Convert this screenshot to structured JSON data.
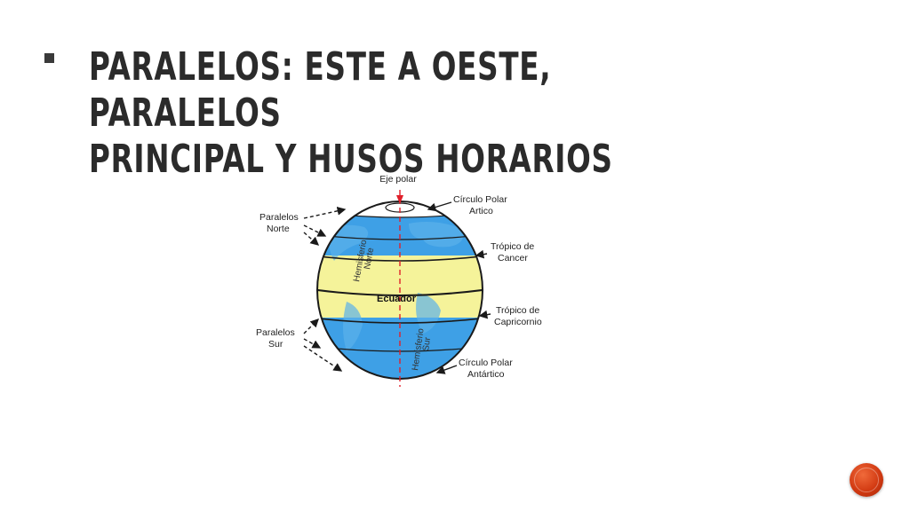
{
  "slide": {
    "title_line1": "Paralelos: Este a oeste, paralelos",
    "title_line2": "principal y husos horarios"
  },
  "diagram": {
    "labels": {
      "eje_polar": "Eje polar",
      "paralelos_norte_1": "Paralelos",
      "paralelos_norte_2": "Norte",
      "paralelos_sur_1": "Paralelos",
      "paralelos_sur_2": "Sur",
      "circulo_polar_artico_1": "Círculo Polar",
      "circulo_polar_artico_2": "Artico",
      "tropico_cancer_1": "Trópico de",
      "tropico_cancer_2": "Cancer",
      "ecuador": "Ecuador",
      "tropico_capricornio_1": "Trópico de",
      "tropico_capricornio_2": "Capricornio",
      "circulo_polar_antartico_1": "Círculo Polar",
      "circulo_polar_antartico_2": "Antártico",
      "hemisferio_norte_1": "Hemisferio",
      "hemisferio_norte_2": "Norte",
      "hemisferio_sur_1": "Hemisferio",
      "hemisferio_sur_2": "Sur"
    },
    "colors": {
      "ocean": "#3ea0e6",
      "tropics_band": "#f5f39a",
      "polar_cap": "#ffffff",
      "axis": "#e0202a",
      "lines": "#1a1a1a"
    }
  },
  "nav": {
    "button_color": "#d23a12"
  }
}
